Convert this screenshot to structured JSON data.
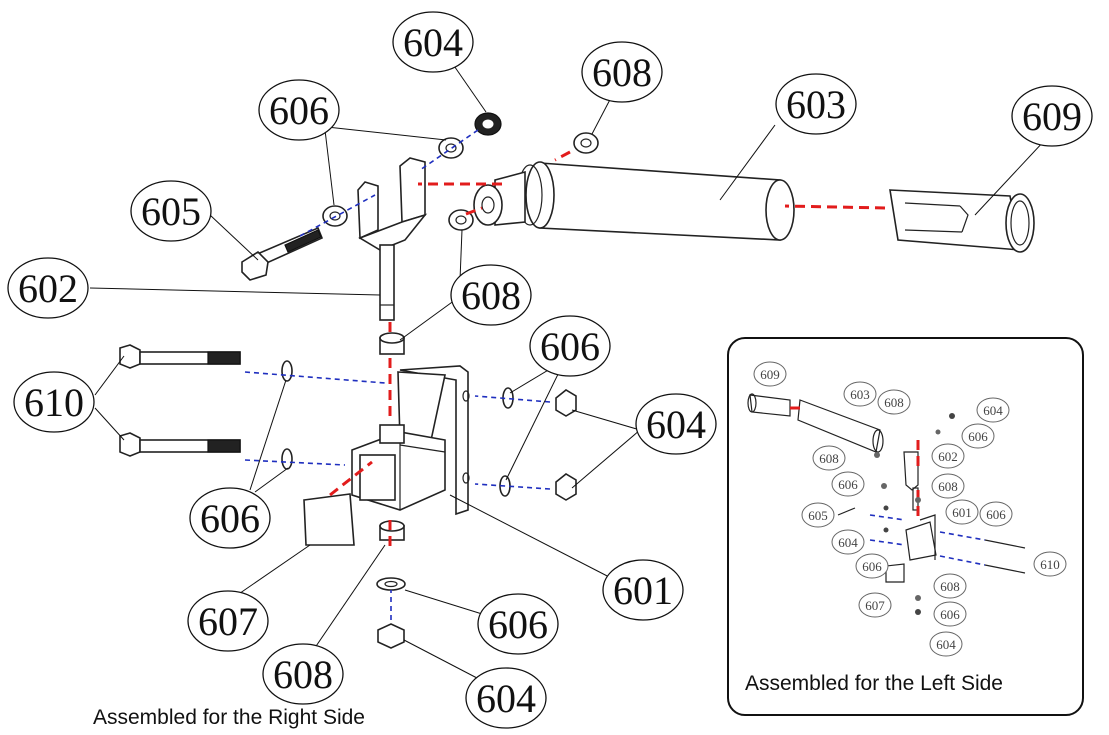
{
  "callouts_main": [
    {
      "id": "c604a",
      "label": "604"
    },
    {
      "id": "c608a",
      "label": "608"
    },
    {
      "id": "c606a",
      "label": "606"
    },
    {
      "id": "c603",
      "label": "603"
    },
    {
      "id": "c609",
      "label": "609"
    },
    {
      "id": "c605",
      "label": "605"
    },
    {
      "id": "c602",
      "label": "602"
    },
    {
      "id": "c608b",
      "label": "608"
    },
    {
      "id": "c606b",
      "label": "606"
    },
    {
      "id": "c610",
      "label": "610"
    },
    {
      "id": "c604b",
      "label": "604"
    },
    {
      "id": "c606c",
      "label": "606"
    },
    {
      "id": "c601",
      "label": "601"
    },
    {
      "id": "c607",
      "label": "607"
    },
    {
      "id": "c606d",
      "label": "606"
    },
    {
      "id": "c608c",
      "label": "608"
    },
    {
      "id": "c604c",
      "label": "604"
    }
  ],
  "callouts_inset": [
    {
      "id": "i609",
      "label": "609"
    },
    {
      "id": "i603",
      "label": "603"
    },
    {
      "id": "i608a",
      "label": "608"
    },
    {
      "id": "i604a",
      "label": "604"
    },
    {
      "id": "i606a",
      "label": "606"
    },
    {
      "id": "i608b",
      "label": "608"
    },
    {
      "id": "i602",
      "label": "602"
    },
    {
      "id": "i606b",
      "label": "606"
    },
    {
      "id": "i608c",
      "label": "608"
    },
    {
      "id": "i605",
      "label": "605"
    },
    {
      "id": "i601",
      "label": "601"
    },
    {
      "id": "i606c",
      "label": "606"
    },
    {
      "id": "i604b",
      "label": "604"
    },
    {
      "id": "i606d",
      "label": "606"
    },
    {
      "id": "i610",
      "label": "610"
    },
    {
      "id": "i608d",
      "label": "608"
    },
    {
      "id": "i607",
      "label": "607"
    },
    {
      "id": "i606e",
      "label": "606"
    },
    {
      "id": "i604c",
      "label": "604"
    }
  ],
  "captions": {
    "right_side": "Assembled for the Right Side",
    "left_side": "Assembled for the Left Side"
  },
  "colors": {
    "assembly_arrow": "#e21c1c",
    "hardware_arrow": "#1f2fbf"
  }
}
